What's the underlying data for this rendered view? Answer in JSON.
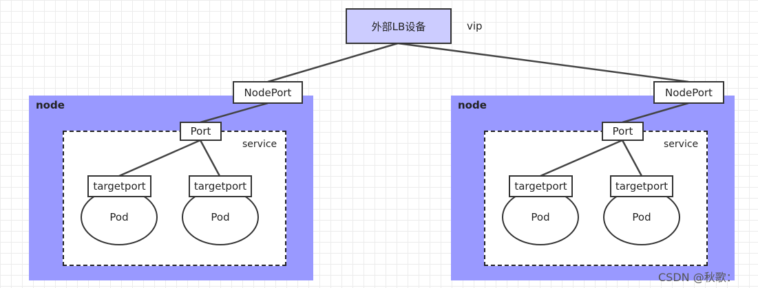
{
  "lb": {
    "label": "外部LB设备",
    "vip_label": "vip"
  },
  "nodes": [
    {
      "label": "node",
      "nodeport": "NodePort",
      "port": "Port",
      "service": "service",
      "pods": [
        {
          "targetport": "targetport",
          "label": "Pod"
        },
        {
          "targetport": "targetport",
          "label": "Pod"
        }
      ]
    },
    {
      "label": "node",
      "nodeport": "NodePort",
      "port": "Port",
      "service": "service",
      "pods": [
        {
          "targetport": "targetport",
          "label": "Pod"
        },
        {
          "targetport": "targetport",
          "label": "Pod"
        }
      ]
    }
  ],
  "watermark": "CSDN @秋歌："
}
